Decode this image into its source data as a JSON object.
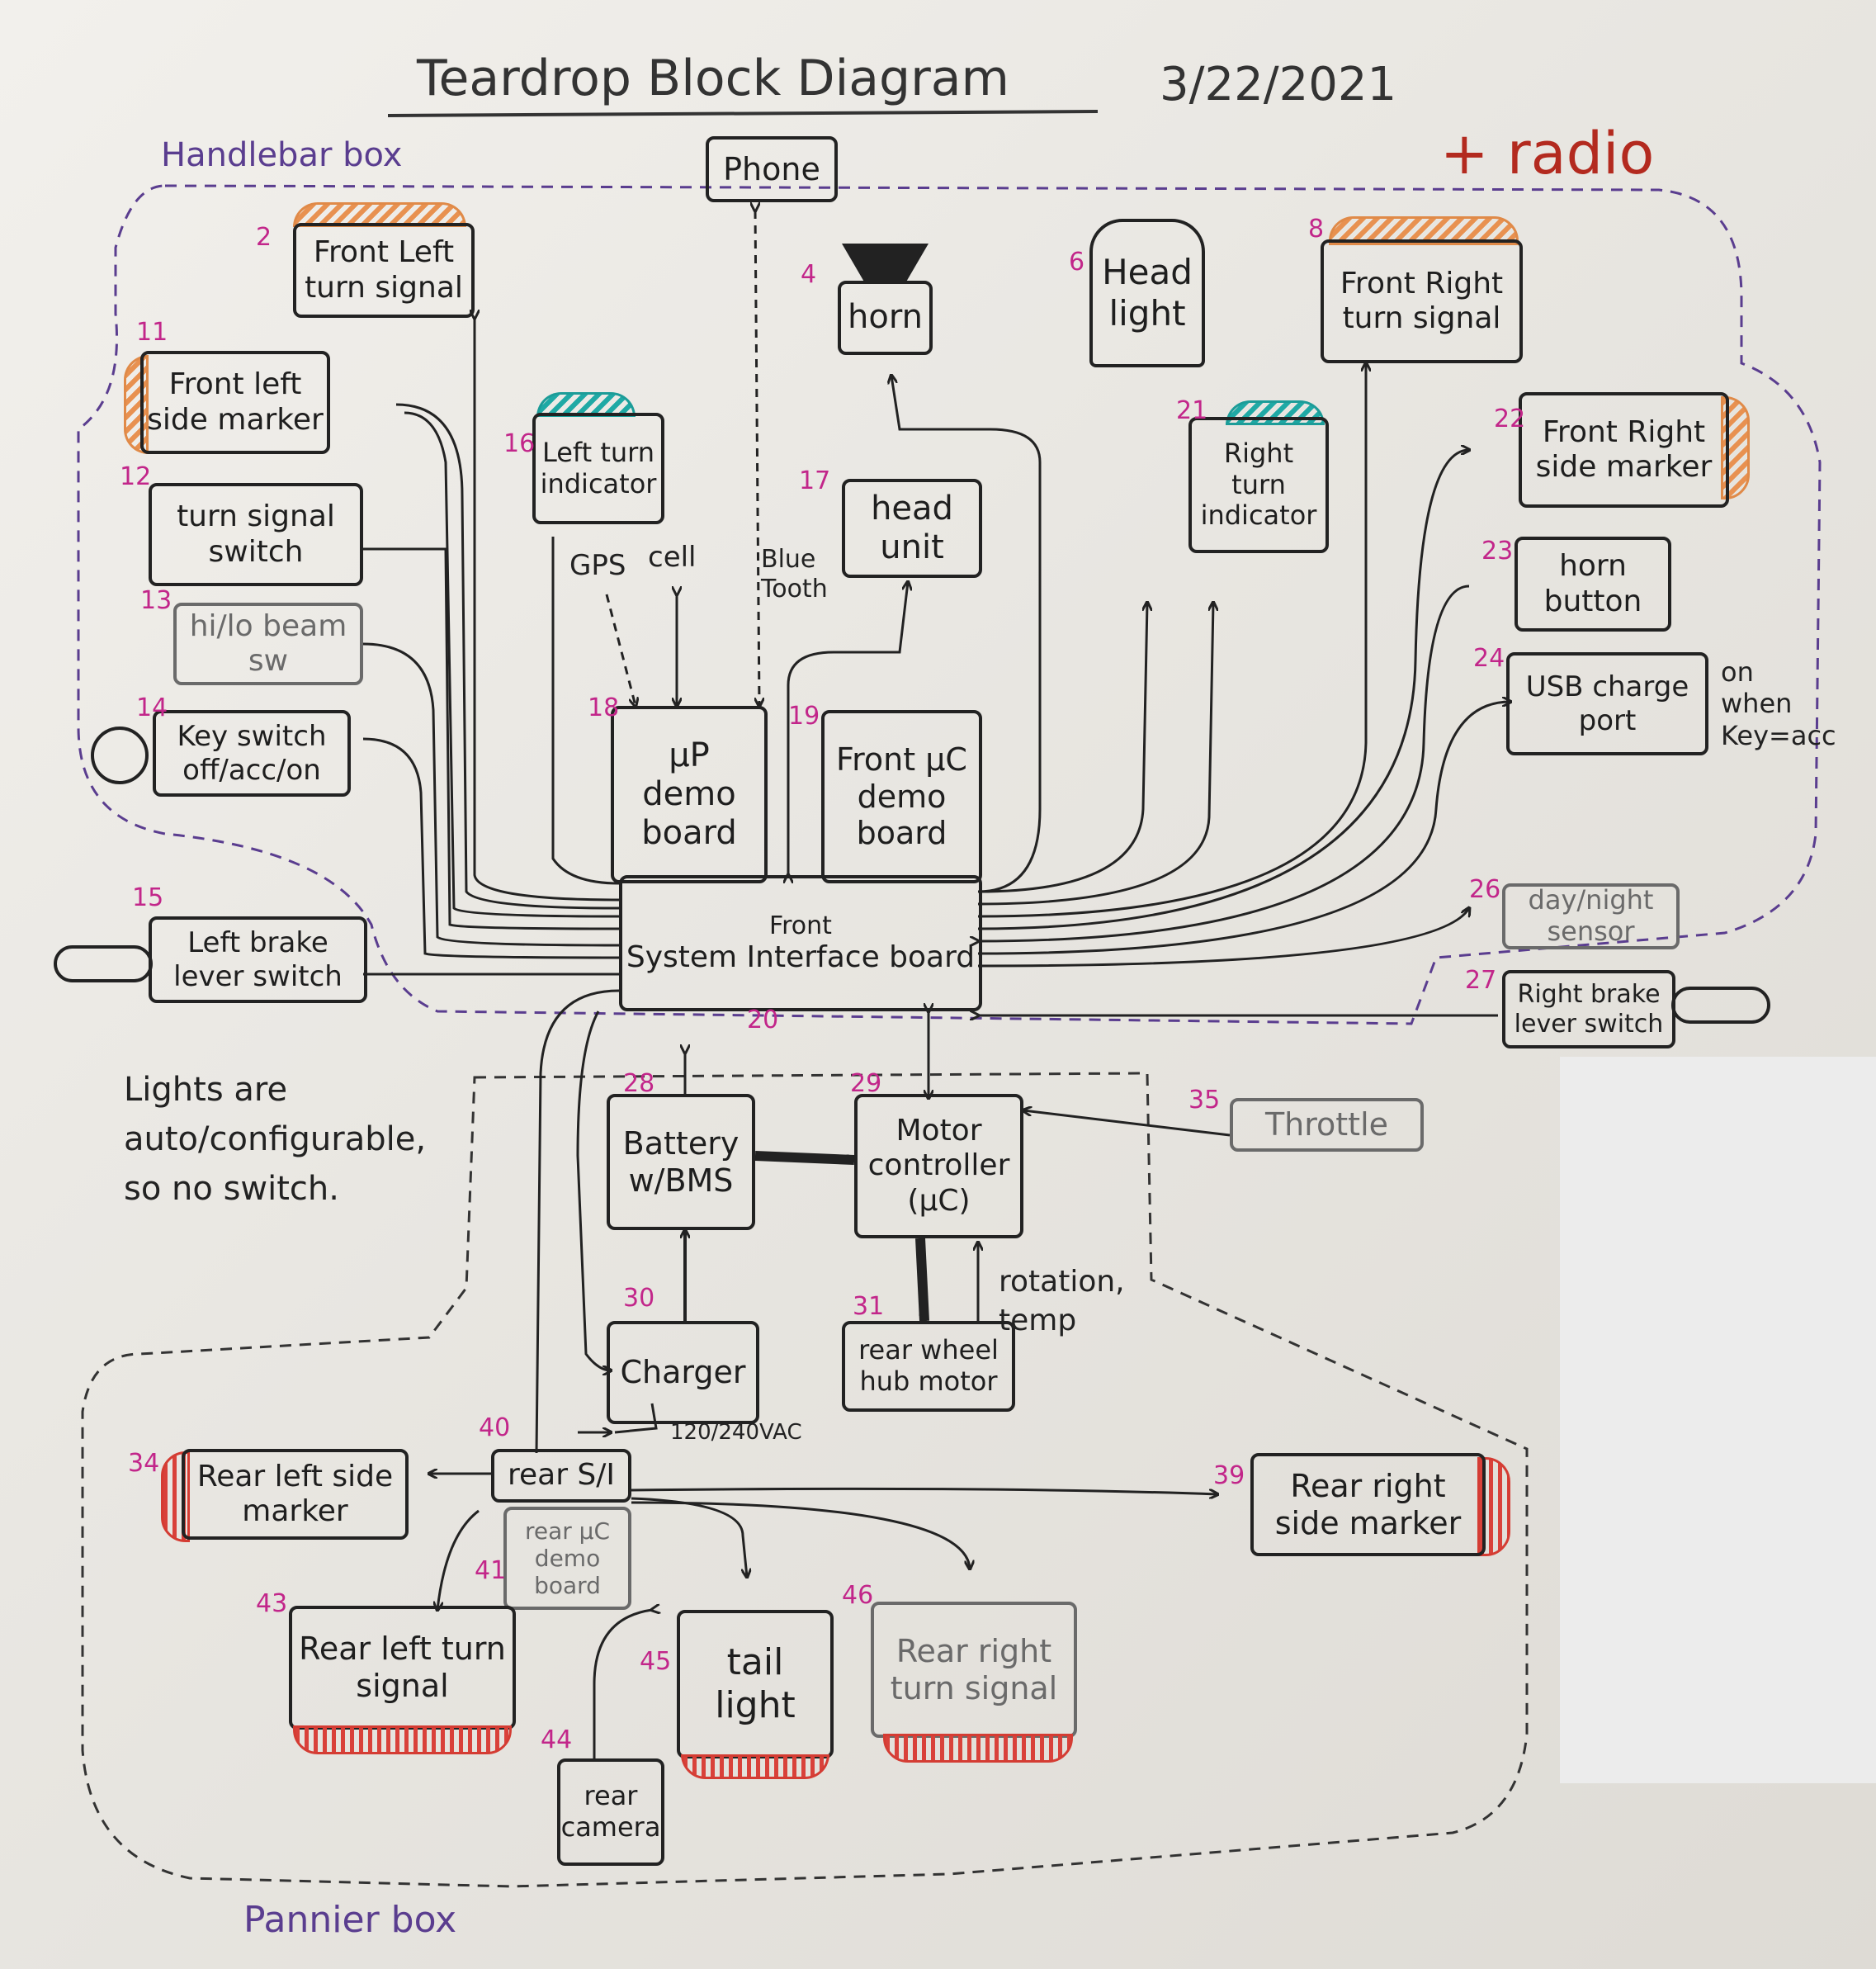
{
  "header": {
    "title": "Teardrop Block Diagram",
    "date": "3/22/2021",
    "radio_note": "+ radio"
  },
  "regions": {
    "handlebar_box": "Handlebar box",
    "pannier_box": "Pannier box"
  },
  "notes": {
    "lights": "Lights are auto/configurable, so no switch.",
    "usb_on_when": "on when Key=acc",
    "gps": "GPS",
    "cell": "cell",
    "bluetooth": "Blue Tooth",
    "rotation_temp": "rotation, temp",
    "ac_input": "120/240VAC"
  },
  "blocks": {
    "phone": "Phone",
    "front_left_turn": "Front Left turn signal",
    "front_left_side": "Front left side marker",
    "turn_signal_switch": "turn signal switch",
    "hilo_beam": "hi/lo beam sw",
    "key_switch": "Key switch off/acc/on",
    "left_brake": "Left brake lever switch",
    "left_turn_indicator": "Left turn indicator",
    "horn": "horn",
    "head_unit": "head unit",
    "mp_demo": "µP demo board",
    "front_mc_demo": "Front µC demo board",
    "sib_front": "Front",
    "sib": "System Interface board",
    "head_light": "Head light",
    "right_turn_indicator": "Right turn indicator",
    "front_right_turn": "Front Right turn signal",
    "front_right_side": "Front Right side marker",
    "horn_button": "horn button",
    "usb_port": "USB charge port",
    "day_night": "day/night sensor",
    "right_brake": "Right brake lever switch",
    "battery": "Battery w/BMS",
    "motor_controller": "Motor controller (µC)",
    "throttle": "Throttle",
    "charger": "Charger",
    "hub_motor": "rear wheel hub motor",
    "rear_si": "rear S/I",
    "rear_mc": "rear µC demo board",
    "rear_left_side": "Rear left side marker",
    "rear_right_side": "Rear right side marker",
    "rear_left_turn": "Rear left turn signal",
    "tail_light": "tail light",
    "rear_right_turn": "Rear right turn signal",
    "rear_camera": "rear camera"
  },
  "numbers": {
    "n2": "2",
    "n4": "4",
    "n6": "6",
    "n8": "8",
    "n11": "11",
    "n12": "12",
    "n13": "13",
    "n14": "14",
    "n15": "15",
    "n16": "16",
    "n17": "17",
    "n18": "18",
    "n19": "19",
    "n20": "20",
    "n21": "21",
    "n22": "22",
    "n23": "23",
    "n24": "24",
    "n26": "26",
    "n27": "27",
    "n28": "28",
    "n29": "29",
    "n30": "30",
    "n31": "31",
    "n34": "34",
    "n35": "35",
    "n39": "39",
    "n40": "40",
    "n41": "41",
    "n43": "43",
    "n44": "44",
    "n45": "45",
    "n46": "46"
  },
  "colors": {
    "ink": "#222222",
    "number_ink": "#c2268a",
    "region_ink": "#5a3d8f",
    "radio_ink": "#b32a1f",
    "front_amber": "#e08a48",
    "rear_red": "#d43c33",
    "indicator_teal": "#1c9c98"
  }
}
